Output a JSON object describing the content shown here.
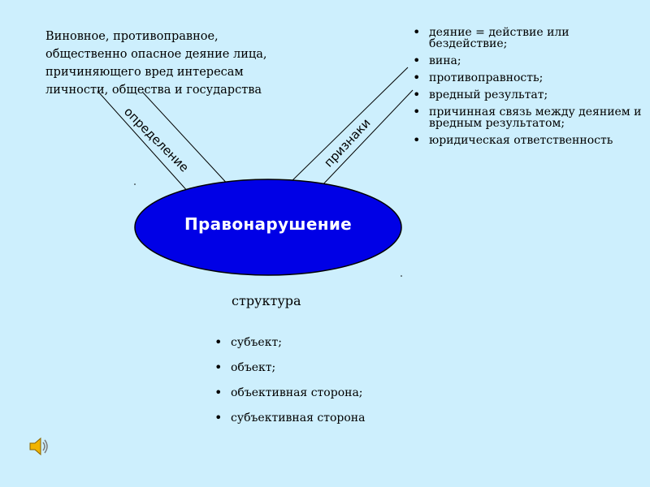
{
  "definition": {
    "lines": [
      "Виновное, противоправное,",
      "общественно опасное деяние лица,",
      "причиняющего вред интересам",
      "личности, общества и государства"
    ]
  },
  "labels": {
    "definition": "определение",
    "features": "признаки",
    "structure": "структура"
  },
  "center": {
    "title": "Правонарушение"
  },
  "features": [
    "деяние = действие или бездействие;",
    "вина;",
    "противоправность;",
    "вредный результат;",
    "причинная связь между деянием и вредным результатом;",
    "юридическая ответственность"
  ],
  "structure_items": [
    "субъект;",
    "объект;",
    "объективная сторона;",
    "субъективная сторона"
  ],
  "colors": {
    "background": "#cdeffd",
    "ellipse_fill": "#0000e6",
    "ellipse_text": "#ffffff",
    "speaker": "#f0b400"
  },
  "icons": {
    "audio": "speaker-icon"
  }
}
